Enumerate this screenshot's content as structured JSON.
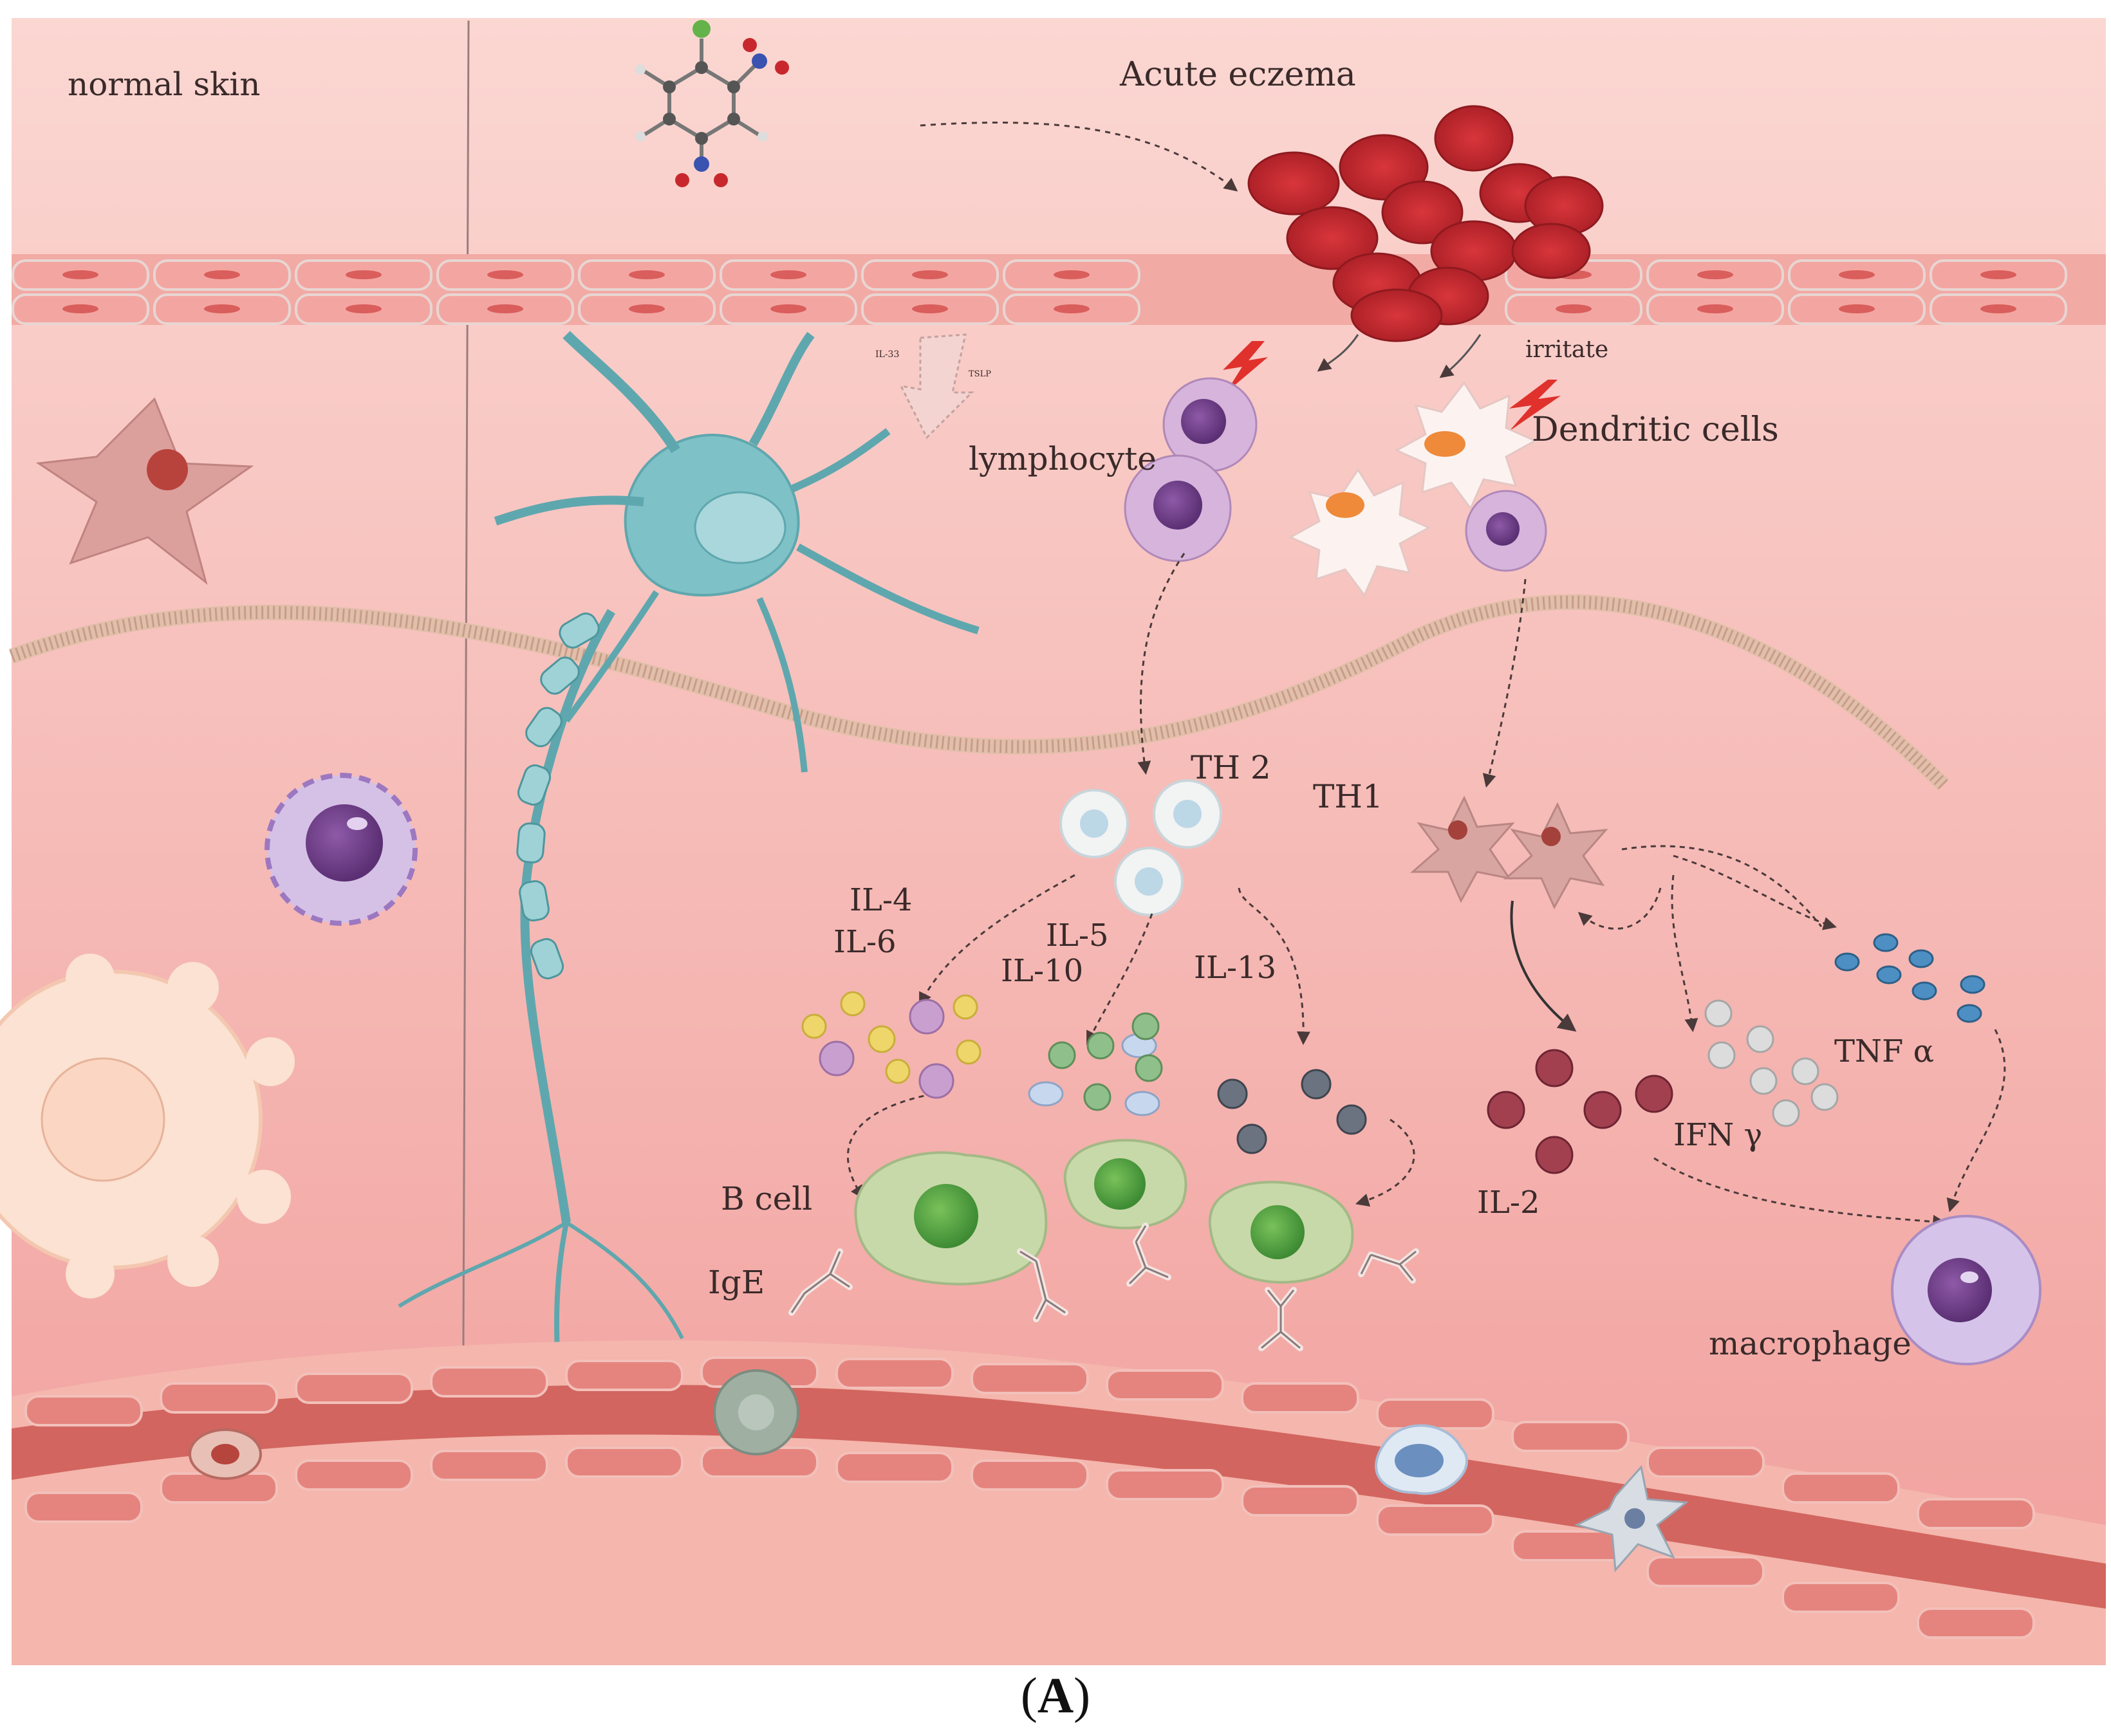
{
  "panels": {
    "left_title": "normal skin",
    "right_title": "Acute eczema"
  },
  "labels": {
    "il33": "IL-33",
    "il33b": "TSLP",
    "irritate": "irritate",
    "lymphocyte": "lymphocyte",
    "dendritic": "Dendritic cells",
    "th2": "TH 2",
    "th1": "TH1",
    "il4": "IL-4",
    "il6": "IL-6",
    "il5": "IL-5",
    "il10": "IL-10",
    "il13": "IL-13",
    "bcell": "B cell",
    "ige": "IgE",
    "il2": "IL-2",
    "ifn": "IFN γ",
    "tnf": "TNF α",
    "macrophage": "macrophage"
  },
  "caption": {
    "open": "(",
    "letter": "A",
    "close": ")"
  },
  "colors": {
    "background": "#f4b7b3",
    "epidermis_cell": "#eba09b",
    "red_blood_cell": "#c0282e",
    "neuron": "#7ec1c7",
    "b_cell": "#c8d9a9",
    "lymphocyte": "#c99fd0",
    "dendritic_nucleus": "#ee8a3a",
    "vessel": "#d2655f"
  }
}
